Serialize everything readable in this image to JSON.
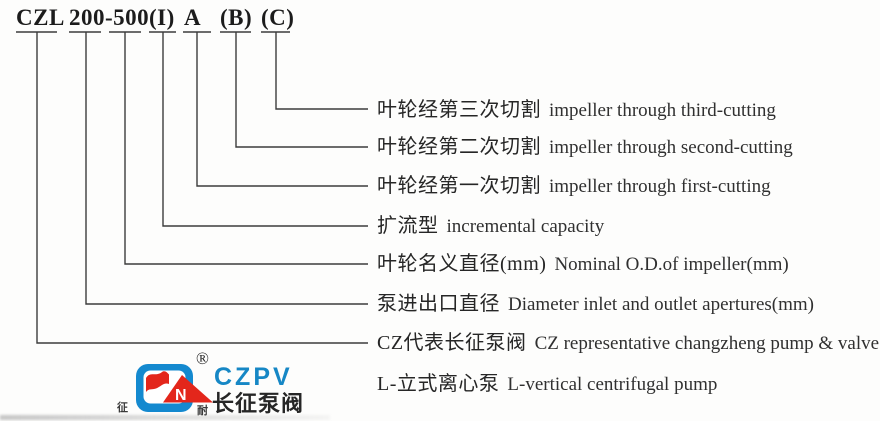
{
  "title": {
    "segments": [
      {
        "code": "CZL"
      },
      {
        "code": "200-500"
      },
      {
        "code": "(I)"
      },
      {
        "code": "A"
      },
      {
        "code": "(B)"
      },
      {
        "code": "(C)"
      }
    ]
  },
  "definitions": [
    {
      "cn": "叶轮经第三次切割",
      "en": "impeller through third-cutting"
    },
    {
      "cn": "叶轮经第二次切割",
      "en": "impeller through second-cutting"
    },
    {
      "cn": "叶轮经第一次切割",
      "en": "impeller through first-cutting"
    },
    {
      "cn": "扩流型",
      "en": "incremental capacity"
    },
    {
      "cn": "叶轮名义直径(mm)",
      "en": "Nominal O.D.of impeller(mm)"
    },
    {
      "cn": "泵进出口直径",
      "en": "Diameter inlet and outlet apertures(mm)"
    },
    {
      "cn": "CZ代表长征泵阀",
      "en": "CZ representative changzheng pump & valve"
    },
    {
      "cn": "L-立式离心泵",
      "en": "L-vertical centrifugal pump"
    }
  ],
  "logo": {
    "registered_mark": "®",
    "acronym": "CZPV",
    "name_cn": "长征泵阀",
    "left_char": "征",
    "right_char": "耐",
    "triangle_letter": "N",
    "colors": {
      "logo_blue": "#1489cf",
      "logo_red": "#e3261b",
      "acronym_blue": "#1687c5",
      "line_gray": "#3c3c3c"
    }
  }
}
